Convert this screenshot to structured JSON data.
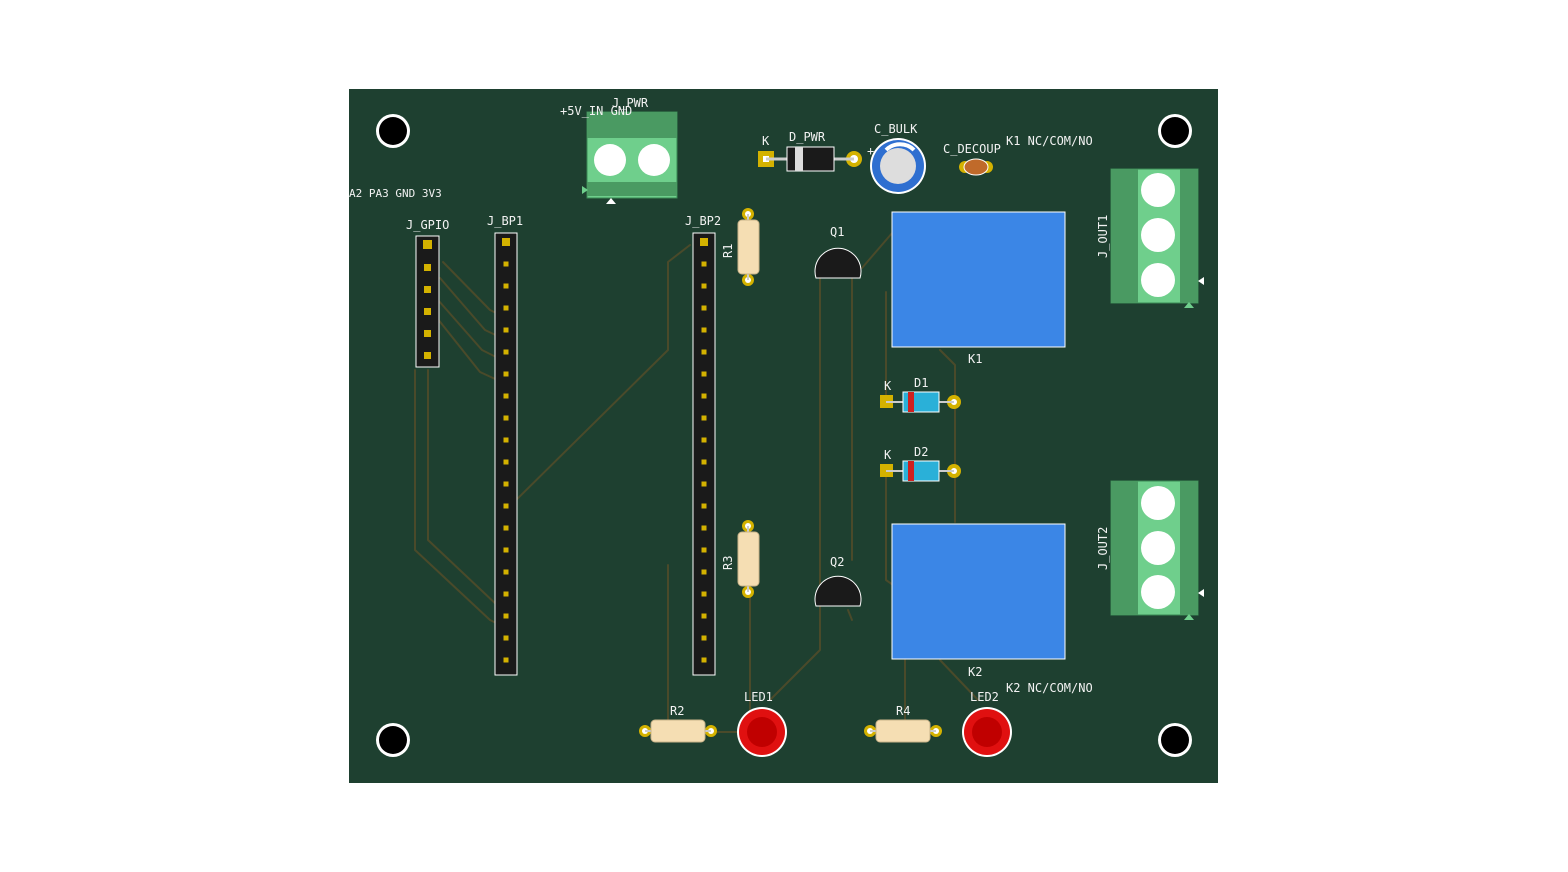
{
  "board": {
    "colors": {
      "substrate": "#1e4030",
      "track": "#4a4a2a",
      "silkscreen": "#f2f2f2",
      "relay": "#3b86e6",
      "terminal_block": "#6fcf8c",
      "led": "#e01010",
      "resistor": "#f5deb3",
      "pad": "#d4b200"
    },
    "labels": {
      "j_pwr": "J_PWR",
      "pwr_pins": "+5V_IN  GND",
      "j_gpio": "J_GPIO",
      "gpio_pins": "A2 PA3 GND 3V3",
      "j_bp1": "J_BP1",
      "j_bp2": "J_BP2",
      "r1": "R1",
      "r2": "R2",
      "r3": "R3",
      "r4": "R4",
      "q1": "Q1",
      "q2": "Q2",
      "d_pwr": "D_PWR",
      "d_pwr_k": "K",
      "c_bulk": "C_BULK",
      "c_bulk_plus": "+",
      "c_decoup": "C_DECOUP",
      "k1_ref": "K1",
      "k1_contacts": "K1  NC/COM/NO",
      "k2_ref": "K2",
      "k2_contacts": "K2  NC/COM/NO",
      "d1": "D1",
      "d1_k": "K",
      "d2": "D2",
      "d2_k": "K",
      "j_out1": "J_OUT1",
      "j_out2": "J_OUT2",
      "led1": "LED1",
      "led2": "LED2"
    }
  }
}
